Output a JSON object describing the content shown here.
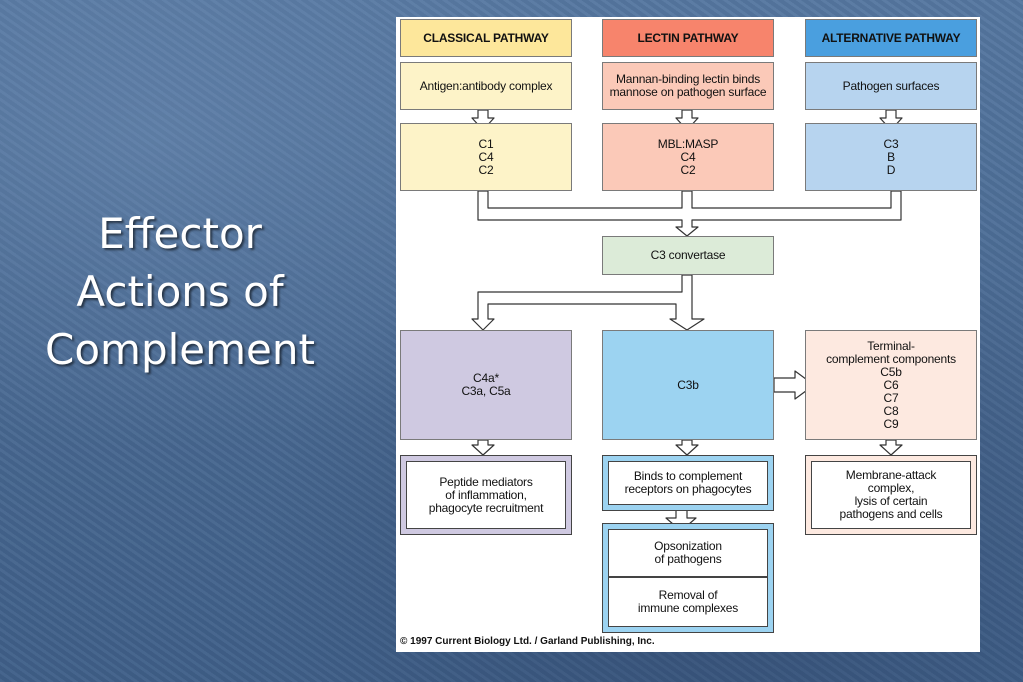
{
  "slide": {
    "title_lines": [
      "Effector",
      "Actions of",
      "Complement"
    ]
  },
  "diagram": {
    "headers": {
      "classical": "CLASSICAL PATHWAY",
      "lectin": "LECTIN PATHWAY",
      "alternative": "ALTERNATIVE PATHWAY"
    },
    "triggers": {
      "classical": "Antigen:antibody  complex",
      "lectin": "Mannan-binding lectin binds\nmannose on pathogen surface",
      "alternative": "Pathogen surfaces"
    },
    "components": {
      "classical": "C1\nC4\nC2",
      "lectin": "MBL:MASP\nC4\nC2",
      "alternative": "C3\nB\nD"
    },
    "convertase": "C3  convertase",
    "fragments": {
      "anaphylatoxins": "C4a*\nC3a,  C5a",
      "c3b": "C3b",
      "terminal": "Terminal-\ncomplement components\nC5b\nC6\nC7\nC8\nC9"
    },
    "effects": {
      "inflammation": "Peptide  mediators\nof  inflammation,\nphagocyte  recruitment",
      "receptors": "Binds  to  complement\nreceptors  on  phagocytes",
      "mac": "Membrane-attack\ncomplex,\nlysis  of  certain\npathogens  and  cells",
      "opsonization": "Opsonization\nof  pathogens",
      "removal": "Removal  of\nimmune  complexes"
    },
    "copyright": "© 1997 Current Biology Ltd. / Garland Publishing, Inc.",
    "colors": {
      "classical": "#fde79b",
      "classical_light": "#fdf3c8",
      "lectin": "#f7846c",
      "lectin_light": "#fbc9b8",
      "alternative": "#4a9fdf",
      "alternative_light": "#b7d4ef",
      "convertase": "#dcebd8",
      "anaphylatoxins": "#cfc9e1",
      "c3b": "#9cd3f1",
      "terminal": "#fde9e0"
    }
  }
}
